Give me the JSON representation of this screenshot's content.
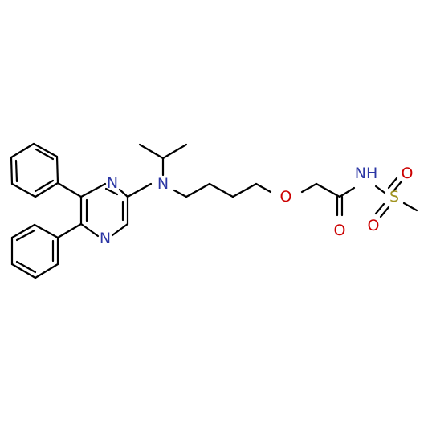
{
  "colors": {
    "background": "#ffffff",
    "bond": "#000000",
    "nitrogen": "#2b36a4",
    "oxygen": "#cc0000",
    "sulfur": "#a0931f"
  },
  "atoms": {
    "pyrazine_n_top": "N",
    "pyrazine_n_bottom": "N",
    "amine_n": "N",
    "ether_o": "O",
    "carbonyl_o": "O",
    "amide_nh": "NH",
    "sulfonyl_s": "S",
    "sulfonyl_o_top": "O",
    "sulfonyl_o_bottom": "O"
  }
}
